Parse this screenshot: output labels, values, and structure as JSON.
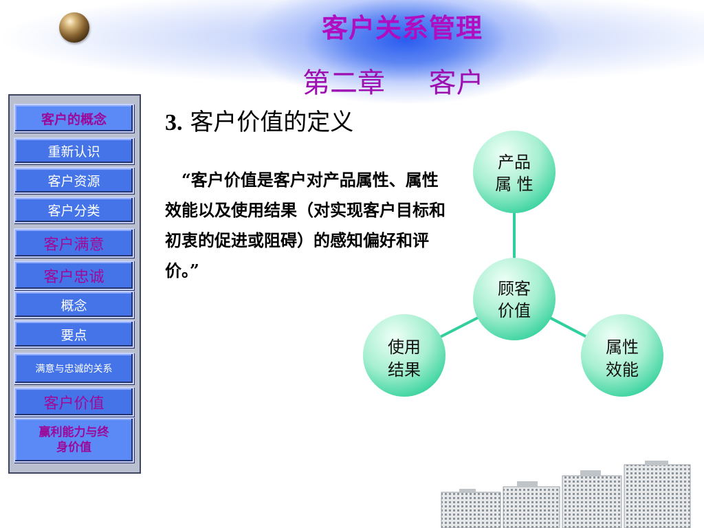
{
  "header": {
    "title": "客户关系管理",
    "subtitle": "第二章     客户"
  },
  "sidebar": {
    "items": [
      {
        "label": "客户的概念",
        "style": "active"
      },
      {
        "label": "重新认识",
        "style": "sub"
      },
      {
        "label": "客户资源",
        "style": "sub"
      },
      {
        "label": "客户分类",
        "style": "sub"
      },
      {
        "label": "客户满意",
        "style": "section"
      },
      {
        "label": "客户忠诚",
        "style": "section"
      },
      {
        "label": "概念",
        "style": "sub"
      },
      {
        "label": "要点",
        "style": "sub"
      },
      {
        "label": "满意与忠诚的关系",
        "style": "sub-small"
      },
      {
        "label": "客户价值",
        "style": "section"
      },
      {
        "label": "赢利能力与终\n身价值",
        "style": "active"
      }
    ]
  },
  "main": {
    "section_number": "3.",
    "section_title": "客户价值的定义",
    "quote": "“客户价值是客户对产品属性、属性效能以及使用结果（对实现客户目标和初衷的促进或阻碍）的感知偏好和评价。”"
  },
  "diagram": {
    "center": {
      "line1": "顾客",
      "line2": "价值"
    },
    "top": {
      "line1": "产品",
      "line2": "属 性"
    },
    "left": {
      "line1": "使用",
      "line2": "结果"
    },
    "right": {
      "line1": "属性",
      "line2": "效能"
    }
  },
  "colors": {
    "title": "#b10dc0",
    "nav_button": "#4474e8",
    "nav_active_text": "#9c0899",
    "diagram_line": "#2fcf9e",
    "circle_light": "#e8fff4",
    "circle_dark": "#36d49f"
  }
}
